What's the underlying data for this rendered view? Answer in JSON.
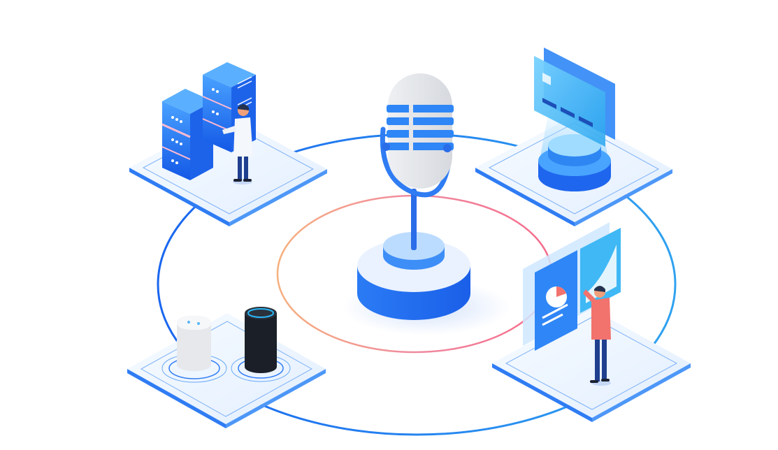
{
  "colors": {
    "primary_blue": "#1f6ff5",
    "light_blue": "#5aa8ff",
    "pale_blue": "#eaf3ff",
    "ring_blue": "#2d86f2",
    "ring_pink": "#f08aa0",
    "ring_orange": "#f6b07e",
    "mic_grey": "#e4e6ea",
    "card_cyan": "#3fb8f5",
    "speaker_white": "#e7e8eb",
    "speaker_black": "#1b2028",
    "figure_shirt": "#f2726d",
    "figure_pants": "#1f3f8f"
  },
  "illustration": {
    "center": "microphone-on-pedestal",
    "platforms": [
      "server-rack-with-technician",
      "credit-card-scanner",
      "smart-speakers",
      "analytics-dashboard-with-person"
    ]
  }
}
